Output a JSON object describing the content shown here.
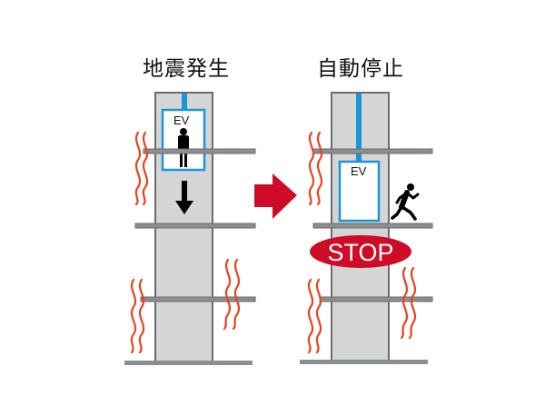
{
  "panels": [
    {
      "title": "地震発生",
      "ev_label": "EV",
      "state": "earthquake-occurs",
      "elevator_motion": "down"
    },
    {
      "title": "自動停止",
      "ev_label": "EV",
      "state": "automatic-stop",
      "stop_sign": "STOP"
    }
  ],
  "colors": {
    "shaft": "#d4d5d5",
    "outline": "#6b6d6d",
    "slab": "#8c8f8f",
    "rail_blue": "#1b94d8",
    "tremor_red": "#f0401e",
    "arrow_red": "#cf0c28",
    "stop_red": "#cf0c28",
    "figure": "#000000"
  }
}
